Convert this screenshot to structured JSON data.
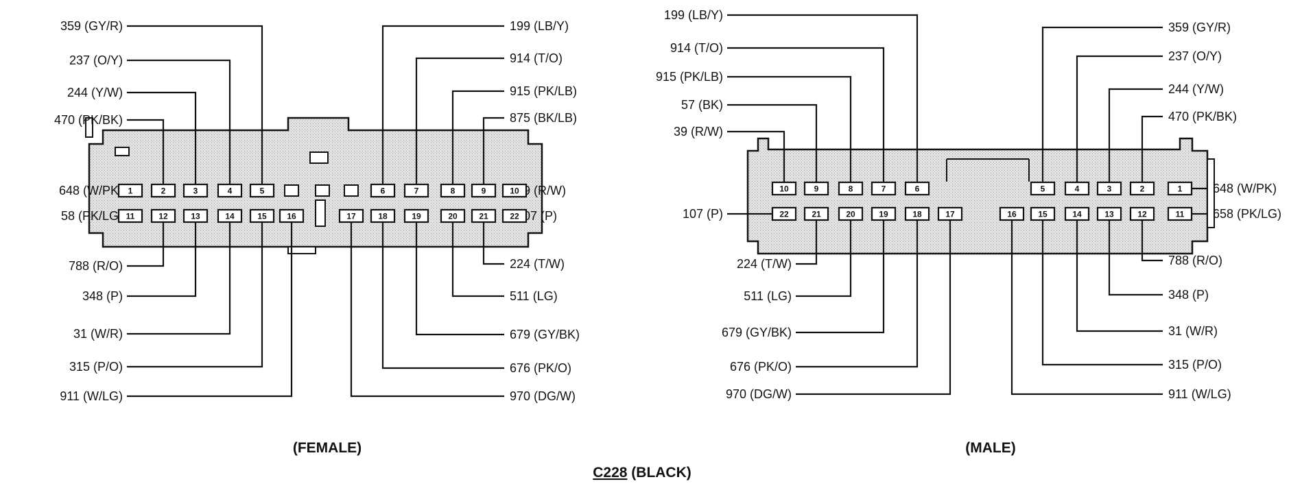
{
  "diagram": {
    "connector_id": "C228",
    "connector_color": "(BLACK)",
    "female": {
      "caption": "(FEMALE)",
      "pins": [
        {
          "pin": "1",
          "label": "648 (W/PK)"
        },
        {
          "pin": "2",
          "label": "470 (PK/BK)"
        },
        {
          "pin": "3",
          "label": "244 (Y/W)"
        },
        {
          "pin": "4",
          "label": "237 (O/Y)"
        },
        {
          "pin": "5",
          "label": "359 (GY/R)"
        },
        {
          "pin": "6",
          "label": "199 (LB/Y)"
        },
        {
          "pin": "7",
          "label": "914 (T/O)"
        },
        {
          "pin": "8",
          "label": "915 (PK/LB)"
        },
        {
          "pin": "9",
          "label": "875 (BK/LB)"
        },
        {
          "pin": "10",
          "label": "39 (R/W)"
        },
        {
          "pin": "11",
          "label": "58 (PK/LG)"
        },
        {
          "pin": "12",
          "label": "788 (R/O)"
        },
        {
          "pin": "13",
          "label": "348 (P)"
        },
        {
          "pin": "14",
          "label": "31 (W/R)"
        },
        {
          "pin": "15",
          "label": "315 (P/O)"
        },
        {
          "pin": "16",
          "label": "911 (W/LG)"
        },
        {
          "pin": "17",
          "label": "970 (DG/W)"
        },
        {
          "pin": "18",
          "label": "676 (PK/O)"
        },
        {
          "pin": "19",
          "label": "679 (GY/BK)"
        },
        {
          "pin": "20",
          "label": "511 (LG)"
        },
        {
          "pin": "21",
          "label": "224 (T/W)"
        },
        {
          "pin": "22",
          "label": "107 (P)"
        }
      ]
    },
    "male": {
      "caption": "(MALE)",
      "pins": [
        {
          "pin": "1",
          "label": "648 (W/PK)"
        },
        {
          "pin": "2",
          "label": "470 (PK/BK)"
        },
        {
          "pin": "3",
          "label": "244 (Y/W)"
        },
        {
          "pin": "4",
          "label": "237 (O/Y)"
        },
        {
          "pin": "5",
          "label": "359 (GY/R)"
        },
        {
          "pin": "6",
          "label": "199 (LB/Y)"
        },
        {
          "pin": "7",
          "label": "914 (T/O)"
        },
        {
          "pin": "8",
          "label": "915 (PK/LB)"
        },
        {
          "pin": "9",
          "label": "57 (BK)"
        },
        {
          "pin": "10",
          "label": "39 (R/W)"
        },
        {
          "pin": "11",
          "label": "658 (PK/LG)"
        },
        {
          "pin": "12",
          "label": "788 (R/O)"
        },
        {
          "pin": "13",
          "label": "348 (P)"
        },
        {
          "pin": "14",
          "label": "31 (W/R)"
        },
        {
          "pin": "15",
          "label": "315 (P/O)"
        },
        {
          "pin": "16",
          "label": "911 (W/LG)"
        },
        {
          "pin": "17",
          "label": "970 (DG/W)"
        },
        {
          "pin": "18",
          "label": "676 (PK/O)"
        },
        {
          "pin": "19",
          "label": "679 (GY/BK)"
        },
        {
          "pin": "20",
          "label": "511 (LG)"
        },
        {
          "pin": "21",
          "label": "224 (T/W)"
        },
        {
          "pin": "22",
          "label": "107 (P)"
        }
      ]
    }
  }
}
